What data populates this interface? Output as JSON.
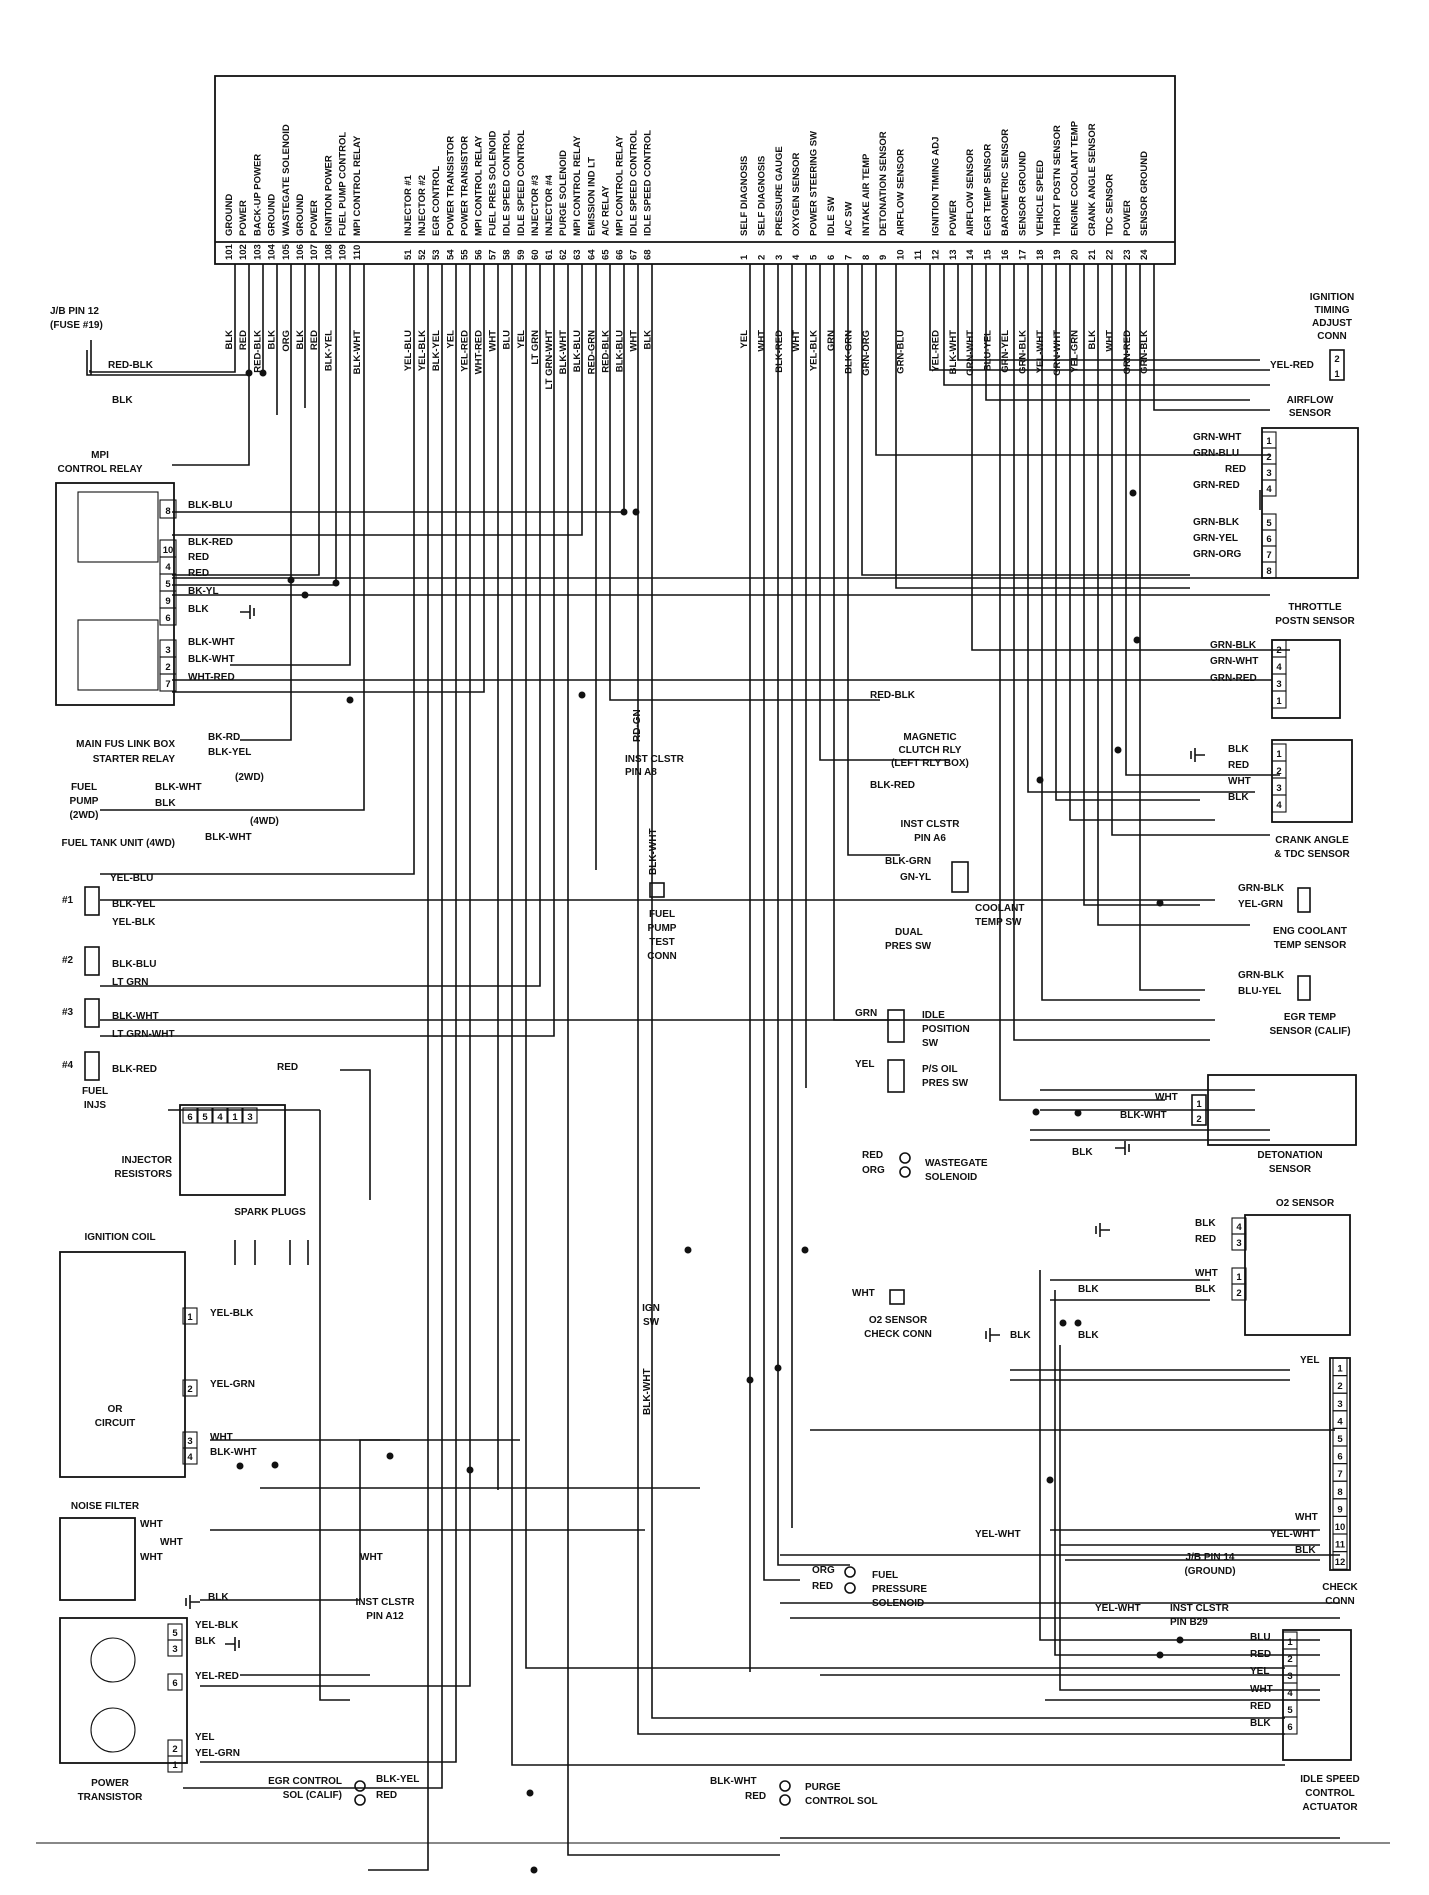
{
  "ecu": {
    "left_block": [
      {
        "pin": "101",
        "func": "GROUND",
        "wire": "BLK"
      },
      {
        "pin": "102",
        "func": "POWER",
        "wire": "RED"
      },
      {
        "pin": "103",
        "func": "BACK-UP POWER",
        "wire": "RED-BLK"
      },
      {
        "pin": "104",
        "func": "GROUND",
        "wire": "BLK"
      },
      {
        "pin": "105",
        "func": "WASTEGATE SOLENOID",
        "wire": "ORG"
      },
      {
        "pin": "106",
        "func": "GROUND",
        "wire": "BLK"
      },
      {
        "pin": "107",
        "func": "POWER",
        "wire": "RED"
      },
      {
        "pin": "108",
        "func": "IGNITION POWER",
        "wire": "BLK-YEL"
      },
      {
        "pin": "109",
        "func": "FUEL PUMP CONTROL",
        "wire": ""
      },
      {
        "pin": "110",
        "func": "MPI CONTROL RELAY",
        "wire": "BLK-WHT"
      }
    ],
    "mid_block": [
      {
        "pin": "51",
        "func": "INJECTOR #1",
        "wire": "YEL-BLU"
      },
      {
        "pin": "52",
        "func": "INJECTOR #2",
        "wire": "YEL-BLK"
      },
      {
        "pin": "53",
        "func": "EGR CONTROL",
        "wire": "BLK-YEL"
      },
      {
        "pin": "54",
        "func": "POWER TRANSISTOR",
        "wire": "YEL"
      },
      {
        "pin": "55",
        "func": "POWER TRANSISTOR",
        "wire": "YEL-RED"
      },
      {
        "pin": "56",
        "func": "MPI CONTROL RELAY",
        "wire": "WHT-RED"
      },
      {
        "pin": "57",
        "func": "FUEL PRES SOLENOID",
        "wire": "WHT"
      },
      {
        "pin": "58",
        "func": "IDLE SPEED CONTROL",
        "wire": "BLU"
      },
      {
        "pin": "59",
        "func": "IDLE SPEED CONTROL",
        "wire": "YEL"
      },
      {
        "pin": "60",
        "func": "INJECTOR #3",
        "wire": "LT GRN"
      },
      {
        "pin": "61",
        "func": "INJECTOR #4",
        "wire": "LT GRN-WHT"
      },
      {
        "pin": "62",
        "func": "PURGE SOLENOID",
        "wire": "BLK-WHT"
      },
      {
        "pin": "63",
        "func": "MPI CONTROL RELAY",
        "wire": "BLK-BLU"
      },
      {
        "pin": "64",
        "func": "EMISSION IND LT",
        "wire": "RED-GRN"
      },
      {
        "pin": "65",
        "func": "A/C RELAY",
        "wire": "RED-BLK"
      },
      {
        "pin": "66",
        "func": "MPI CONTROL RELAY",
        "wire": "BLK-BLU"
      },
      {
        "pin": "67",
        "func": "IDLE SPEED CONTROL",
        "wire": "WHT"
      },
      {
        "pin": "68",
        "func": "IDLE SPEED CONTROL",
        "wire": "BLK"
      }
    ],
    "right_block": [
      {
        "pin": "1",
        "func": "SELF DIAGNOSIS",
        "wire": "YEL"
      },
      {
        "pin": "2",
        "func": "SELF DIAGNOSIS",
        "wire": "WHT"
      },
      {
        "pin": "3",
        "func": "PRESSURE GAUGE",
        "wire": "BLK-RED"
      },
      {
        "pin": "4",
        "func": "OXYGEN SENSOR",
        "wire": "WHT"
      },
      {
        "pin": "5",
        "func": "POWER STEERING SW",
        "wire": "YEL-BLK"
      },
      {
        "pin": "6",
        "func": "IDLE SW",
        "wire": "GRN"
      },
      {
        "pin": "7",
        "func": "A/C SW",
        "wire": "BLK-GRN"
      },
      {
        "pin": "8",
        "func": "INTAKE AIR TEMP",
        "wire": "GRN-ORG"
      },
      {
        "pin": "9",
        "func": "DETONATION SENSOR",
        "wire": ""
      },
      {
        "pin": "10",
        "func": "AIRFLOW SENSOR",
        "wire": "GRN-BLU"
      },
      {
        "pin": "11",
        "func": "",
        "wire": ""
      },
      {
        "pin": "12",
        "func": "IGNITION TIMING ADJ",
        "wire": "YEL-RED"
      },
      {
        "pin": "13",
        "func": "POWER",
        "wire": "BLK-WHT"
      },
      {
        "pin": "14",
        "func": "AIRFLOW SENSOR",
        "wire": "GRN-WHT"
      },
      {
        "pin": "15",
        "func": "EGR TEMP SENSOR",
        "wire": "BLU-YEL"
      },
      {
        "pin": "16",
        "func": "BAROMETRIC SENSOR",
        "wire": "GRN-YEL"
      },
      {
        "pin": "17",
        "func": "SENSOR GROUND",
        "wire": "GRN-BLK"
      },
      {
        "pin": "18",
        "func": "VEHICLE SPEED",
        "wire": "YEL-WHT"
      },
      {
        "pin": "19",
        "func": "THROT POSTN SENSOR",
        "wire": "GRN-WHT"
      },
      {
        "pin": "20",
        "func": "ENGINE COOLANT TEMP",
        "wire": "YEL-GRN"
      },
      {
        "pin": "21",
        "func": "CRANK ANGLE SENSOR",
        "wire": "BLK"
      },
      {
        "pin": "22",
        "func": "TDC SENSOR",
        "wire": "WHT"
      },
      {
        "pin": "23",
        "func": "POWER",
        "wire": "GRN-RED"
      },
      {
        "pin": "24",
        "func": "SENSOR GROUND",
        "wire": "GRN-BLK"
      }
    ]
  },
  "labels": {
    "jb_pin12": "J/B PIN 12",
    "fuse19": "(FUSE #19)",
    "red_blk": "RED-BLK",
    "blk": "BLK",
    "mpi_relay_1": "MPI",
    "mpi_relay_2": "CONTROL RELAY",
    "main_fus": "MAIN FUS LINK BOX",
    "starter": "STARTER RELAY",
    "bk_rd": "BK-RD",
    "blk_yel": "BLK-YEL",
    "fuel_pump_1": "FUEL",
    "fuel_pump_2": "PUMP",
    "fuel_pump_3": "(2WD)",
    "fuel_tank": "FUEL TANK UNIT (4WD)",
    "twowd": "(2WD)",
    "fourwd": "(4WD)",
    "fuel_injs_1": "FUEL",
    "fuel_injs_2": "INJS",
    "injector_resistors_1": "INJECTOR",
    "injector_resistors_2": "RESISTORS",
    "spark_plugs": "SPARK PLUGS",
    "ignition_coil": "IGNITION COIL",
    "or_circuit_1": "OR",
    "or_circuit_2": "CIRCUIT",
    "noise_filter": "NOISE FILTER",
    "power_transistor_1": "POWER",
    "power_transistor_2": "TRANSISTOR",
    "egr_sol_1": "EGR CONTROL",
    "egr_sol_2": "SOL (CALIF)",
    "inst_a8_1": "INST CLSTR",
    "inst_a8_2": "PIN A8",
    "rd_gn": "RD-GN",
    "fuel_test_1": "FUEL",
    "fuel_test_2": "PUMP",
    "fuel_test_3": "TEST",
    "fuel_test_4": "CONN",
    "ign_sw_1": "IGN",
    "ign_sw_2": "SW",
    "inst_a12_1": "INST CLSTR",
    "inst_a12_2": "PIN A12",
    "magnetic_1": "MAGNETIC",
    "magnetic_2": "CLUTCH RLY",
    "magnetic_3": "(LEFT RLY BOX)",
    "inst_a6_1": "INST CLSTR",
    "inst_a6_2": "PIN A6",
    "coolant_sw_1": "COOLANT",
    "coolant_sw_2": "TEMP SW",
    "dual_1": "DUAL",
    "dual_2": "PRES SW",
    "idle_pos_1": "IDLE",
    "idle_pos_2": "POSITION",
    "idle_pos_3": "SW",
    "ps_oil_1": "P/S OIL",
    "ps_oil_2": "PRES SW",
    "wastegate_1": "WASTEGATE",
    "wastegate_2": "SOLENOID",
    "o2_check_1": "O2 SENSOR",
    "o2_check_2": "CHECK CONN",
    "fuel_pres_1": "FUEL",
    "fuel_pres_2": "PRESSURE",
    "fuel_pres_3": "SOLENOID",
    "purge_1": "PURGE",
    "purge_2": "CONTROL SOL",
    "ign_timing_1": "IGNITION",
    "ign_timing_2": "TIMING",
    "ign_timing_3": "ADJUST",
    "ign_timing_4": "CONN",
    "airflow_1": "AIRFLOW",
    "airflow_2": "SENSOR",
    "throttle_1": "THROTTLE",
    "throttle_2": "POSTN SENSOR",
    "crank_1": "CRANK ANGLE",
    "crank_2": "& TDC SENSOR",
    "eng_cool_1": "ENG COOLANT",
    "eng_cool_2": "TEMP SENSOR",
    "egr_temp_1": "EGR TEMP",
    "egr_temp_2": "SENSOR (CALIF)",
    "detonation_1": "DETONATION",
    "detonation_2": "SENSOR",
    "o2_sensor": "O2 SENSOR",
    "check_conn_1": "CHECK",
    "check_conn_2": "CONN",
    "jb_pin14_1": "J/B PIN 14",
    "jb_pin14_2": "(GROUND)",
    "inst_b29_1": "INST CLSTR",
    "inst_b29_2": "PIN B29",
    "isc_1": "IDLE SPEED",
    "isc_2": "CONTROL",
    "isc_3": "ACTUATOR"
  },
  "wires": {
    "blk_blu": "BLK-BLU",
    "blk_red": "BLK-RED",
    "red": "RED",
    "bk_yl": "BK-YL",
    "blk": "BLK",
    "blk_wht": "BLK-WHT",
    "wht_red": "WHT-RED",
    "yel_blu": "YEL-BLU",
    "blk_yel": "BLK-YEL",
    "yel_blk": "YEL-BLK",
    "lt_grn": "LT GRN",
    "lt_grn_wht": "LT GRN-WHT",
    "yel_grn": "YEL-GRN",
    "wht": "WHT",
    "yel_red": "YEL-RED",
    "yel": "YEL",
    "grn_wht": "GRN-WHT",
    "grn_blu": "GRN-BLU",
    "grn_red": "GRN-RED",
    "grn_blk": "GRN-BLK",
    "grn_yel": "GRN-YEL",
    "grn_org": "GRN-ORG",
    "blu_yel": "BLU-YEL",
    "red_blk": "RED-BLK",
    "blk_grn": "BLK-GRN",
    "gn_yl": "GN-YL",
    "grn": "GRN",
    "org": "ORG",
    "yel_wht": "YEL-WHT",
    "blu": "BLU"
  },
  "pins": {
    "p1": "1",
    "p2": "2",
    "p3": "3",
    "p4": "4",
    "p5": "5",
    "p6": "6",
    "p7": "7",
    "p8": "8",
    "p9": "9",
    "p10": "10",
    "p11": "11",
    "p12": "12",
    "inj": [
      "6",
      "5",
      "4",
      "1",
      "3"
    ],
    "h1": "#1",
    "h2": "#2",
    "h3": "#3",
    "h4": "#4"
  }
}
